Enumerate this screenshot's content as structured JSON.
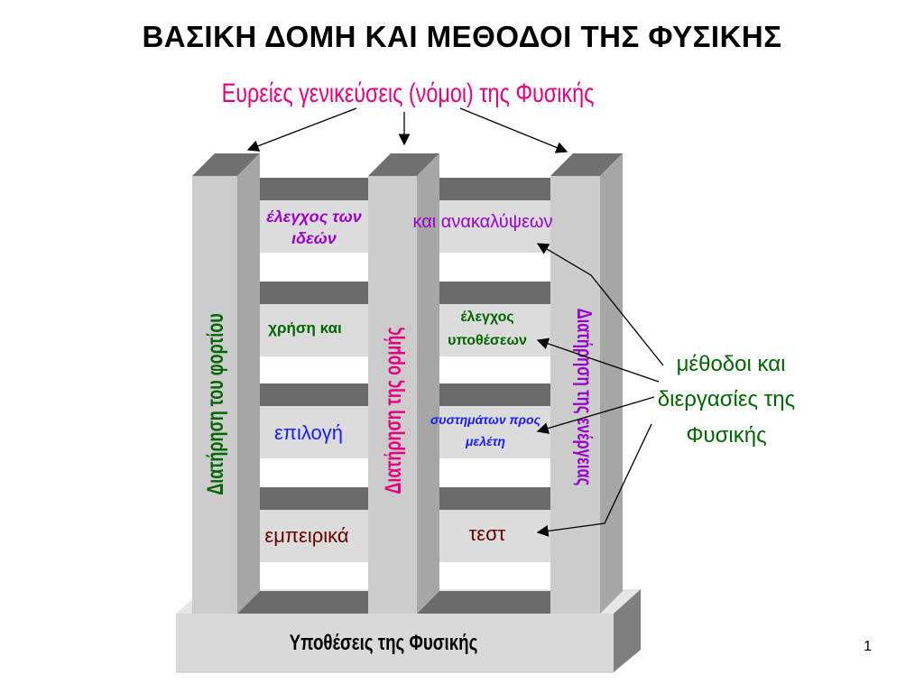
{
  "slide": {
    "title": "ΒΑΣΙΚΗ ΔΟΜΗ ΚΑΙ ΜΕΘΟΔΟΙ ΤΗΣ ΦΥΣΙΚΗΣ",
    "page_number": "1"
  },
  "top_label": "Ευρείες γενικεύσεις (νόμοι) της Φυσικής",
  "base_label": "Υποθέσεις της Φυσικής",
  "pillars": {
    "left": "Διατήρηση του φορτίου",
    "middle": "Διατήρηση της ορμής",
    "right": "Διατήρηση της ενέργειας"
  },
  "left_rows": {
    "row1_line1": "έλεγχος των",
    "row1_line2": "ιδεών",
    "row2": "χρήση και",
    "row3": "επιλογή",
    "row4": "εμπειρικά"
  },
  "right_rows": {
    "row1": "και ανακαλύψεων",
    "row2_line1": "έλεγχος",
    "row2_line2": "υποθέσεων",
    "row3_line1": "συστημάτων προς",
    "row3_line2": "μελέτη",
    "row4": "τεστ"
  },
  "side_note": {
    "line1": "μέθοδοι και",
    "line2": "διεργασίες της",
    "line3": "Φυσικής"
  },
  "colors": {
    "magenta": "#e6007e",
    "purple": "#9900cc",
    "green": "#006600",
    "blue": "#1a1aff",
    "maroon": "#660000",
    "frame_light": "#d9d9d9",
    "frame_dark": "#808080"
  }
}
